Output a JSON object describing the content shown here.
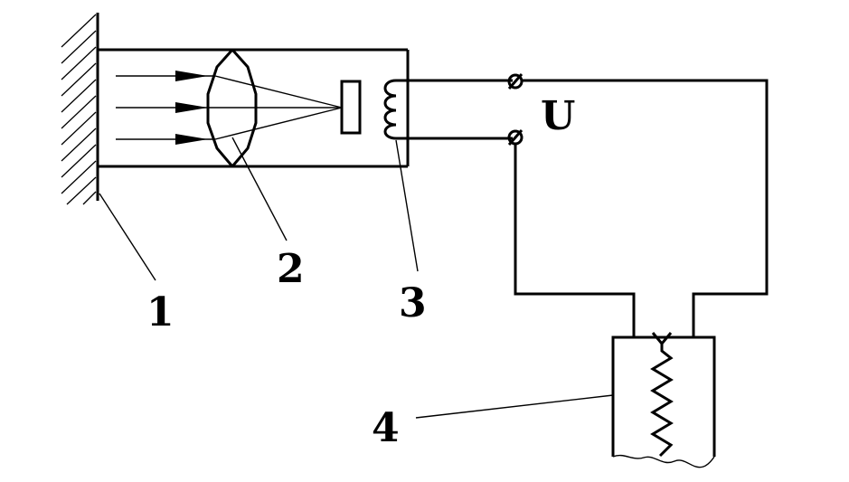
{
  "labels": {
    "wall": "1",
    "lens": "2",
    "coil": "3",
    "resistor_device": "4",
    "voltage": "U"
  },
  "colors": {
    "stroke": "#000000",
    "background": "#ffffff"
  }
}
